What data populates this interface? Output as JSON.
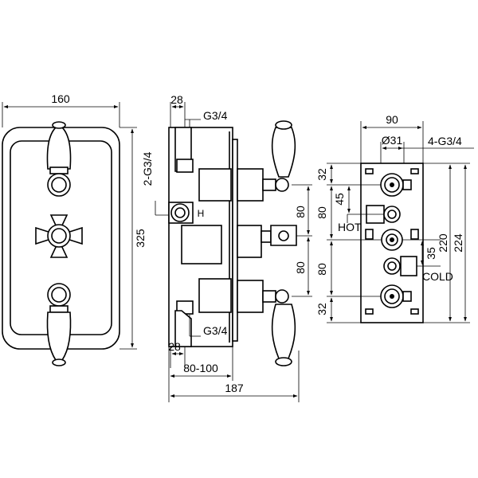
{
  "front_view": {
    "width_label": "160",
    "height_label": "325"
  },
  "side_view": {
    "top_pipe_offset": "28",
    "top_thread": "G3/4",
    "side_thread": "2-G3/4",
    "hot_mark": "H",
    "spacing_upper": "80",
    "spacing_lower": "80",
    "bottom_thread": "G3/4",
    "bottom_pipe_offset": "28",
    "depth_range": "80-100",
    "total_depth": "187"
  },
  "back_view": {
    "width_label": "90",
    "port_diameter": "Ø31",
    "outlet_thread": "4-G3/4",
    "top_offset": "32",
    "spacing_upper": "80",
    "hot_offset": "45",
    "hot_label": "HOT",
    "spacing_lower": "80",
    "cold_offset": "35",
    "cold_label": "COLD",
    "bottom_offset": "32",
    "inner_height": "220",
    "outer_height": "224"
  }
}
